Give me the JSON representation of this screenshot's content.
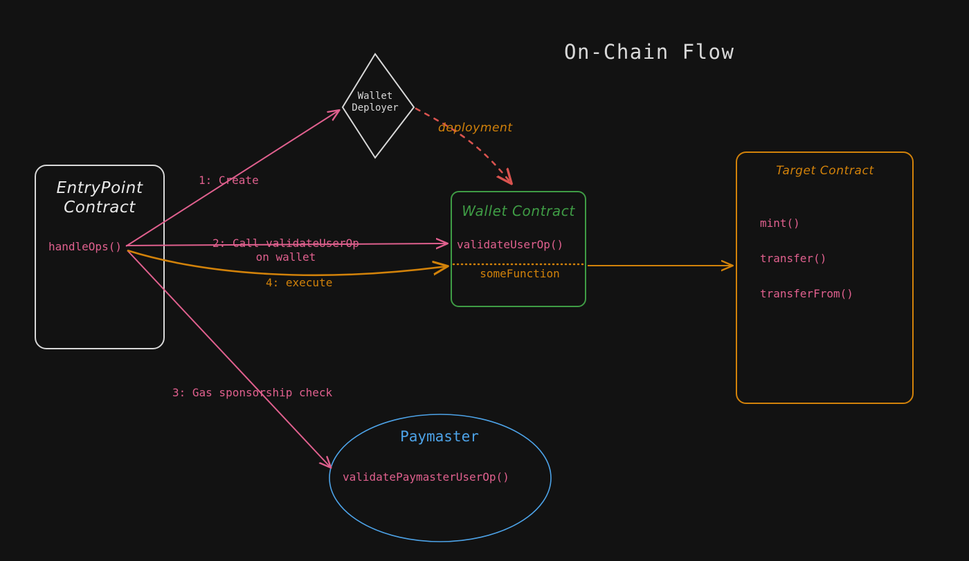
{
  "page": {
    "title": "On-Chain Flow",
    "background": "#121212"
  },
  "colors": {
    "pink": "#e0608e",
    "orange": "#d2820a",
    "green": "#3f9c45",
    "blue": "#4da3e8",
    "red": "#d9534f",
    "white": "#e8e8e8"
  },
  "nodes": {
    "entrypoint": {
      "shape": "rounded-rect",
      "title": "EntryPoint\nContract",
      "method": "handleOps()",
      "stroke": "#d8d8d8"
    },
    "wallet_deployer": {
      "shape": "diamond",
      "title": "Wallet\nDeployer",
      "stroke": "#d8d8d8"
    },
    "wallet_contract": {
      "shape": "rounded-rect",
      "title": "Wallet Contract",
      "method": "validateUserOp()",
      "function": "someFunction",
      "stroke": "#3f9c45"
    },
    "target_contract": {
      "shape": "rounded-rect",
      "title": "Target Contract",
      "methods": [
        "mint()",
        "transfer()",
        "transferFrom()"
      ],
      "stroke": "#d2820a"
    },
    "paymaster": {
      "shape": "ellipse",
      "title": "Paymaster",
      "method": "validatePaymasterUserOp()",
      "stroke": "#4da3e8"
    }
  },
  "edges": {
    "create": {
      "label": "1: Create",
      "from": "handleOps()",
      "to": "Wallet Deployer",
      "color": "#e0608e",
      "style": "solid"
    },
    "deployment": {
      "label": "deployment",
      "from": "Wallet Deployer",
      "to": "Wallet Contract",
      "color": "#d9534f",
      "style": "dashed"
    },
    "validate": {
      "label": "2: Call validateUserOp\non wallet",
      "label_line1": "2: Call validateUserOp",
      "label_line2": "on wallet",
      "from": "handleOps()",
      "to": "validateUserOp()",
      "color": "#e0608e",
      "style": "solid"
    },
    "gas": {
      "label": "3: Gas sponsorship check",
      "from": "handleOps()",
      "to": "Paymaster",
      "color": "#e0608e",
      "style": "solid"
    },
    "execute": {
      "label": "4: execute",
      "from": "handleOps()",
      "to": "someFunction",
      "color": "#d2820a",
      "style": "solid"
    },
    "call_target": {
      "label": "",
      "from": "someFunction",
      "to": "Target Contract",
      "color": "#d2820a",
      "style": "solid"
    }
  }
}
